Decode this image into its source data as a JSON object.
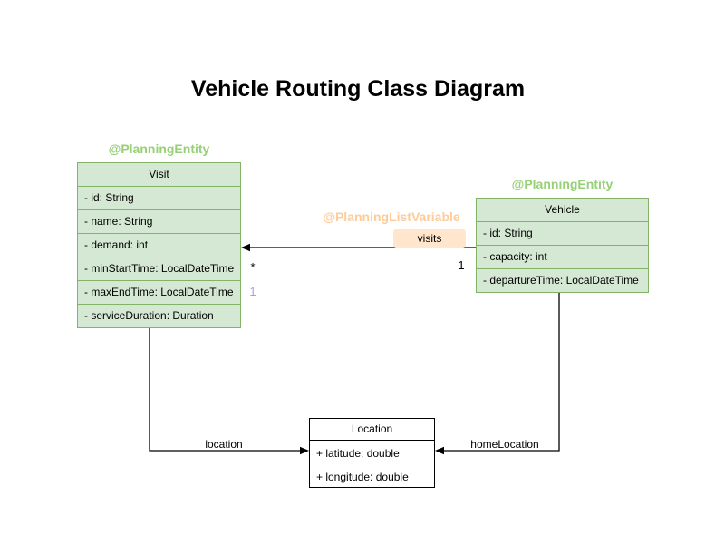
{
  "title": "Vehicle Routing Class Diagram",
  "colors": {
    "entity_fill": "#d5e8d4",
    "entity_stroke": "#82b366",
    "entity_annotation_text": "#97d077",
    "list_variable_annotation_text": "#ffcc99",
    "visits_label_bg": "#ffe6cc",
    "plain_class_fill": "#ffffff",
    "plain_class_stroke": "#000000",
    "edge_color": "#000000",
    "ghost_multiplicity_color": "#b19cd9"
  },
  "classes": {
    "visit": {
      "annotation": "@PlanningEntity",
      "name": "Visit",
      "attributes": [
        "- id: String",
        "- name: String",
        "- demand: int",
        "- minStartTime: LocalDateTime",
        "- maxEndTime: LocalDateTime",
        "- serviceDuration: Duration"
      ]
    },
    "vehicle": {
      "annotation": "@PlanningEntity",
      "name": "Vehicle",
      "attributes": [
        "- id: String",
        "- capacity: int",
        "- departureTime: LocalDateTime"
      ]
    },
    "location": {
      "name": "Location",
      "attributes": [
        "+ latitude: double",
        "+ longitude: double"
      ]
    }
  },
  "edges": {
    "visits": {
      "annotation": "@PlanningListVariable",
      "label": "visits",
      "multiplicity_source": "1",
      "multiplicity_target": "*",
      "multiplicity_ghost": "1"
    },
    "location": {
      "label": "location"
    },
    "homeLocation": {
      "label": "homeLocation"
    }
  }
}
